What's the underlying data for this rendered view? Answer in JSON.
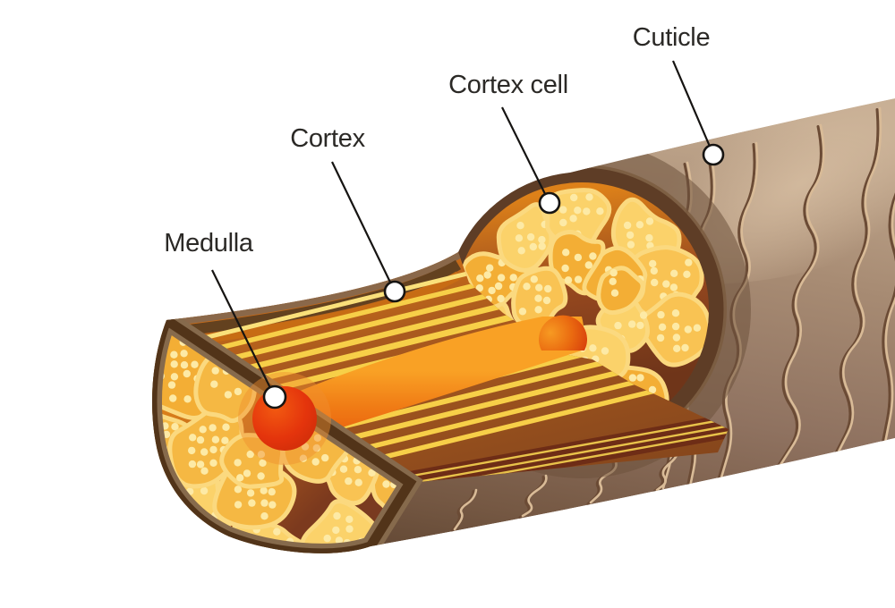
{
  "diagram": {
    "labels": [
      {
        "id": "medulla",
        "text": "Medulla"
      },
      {
        "id": "cortex",
        "text": "Cortex"
      },
      {
        "id": "cortex-cell",
        "text": "Cortex cell"
      },
      {
        "id": "cuticle",
        "text": "Cuticle"
      }
    ],
    "palette": {
      "label_text": "#2b2926",
      "leader_line": "#161412",
      "marker_fill": "#ffffff",
      "marker_stroke": "#161412",
      "hair_light": "#bda389",
      "hair_mid": "#97795f",
      "hair_dark": "#5f4531",
      "scale_line": "#d9bb97",
      "scale_shadow": "#6b4b35",
      "ring_dark": "#583a21",
      "ring_light": "#866a4c",
      "cell_fills": [
        "#f5b843",
        "#f9c353",
        "#f3ae35",
        "#fbd26a"
      ],
      "cell_rim": "#fbd97f",
      "cell_dot": "#fdeaa6",
      "matrix_orange": "#dd8119",
      "matrix_maroon": "#7c3c20",
      "stripe_gold": "#f7cf48",
      "stripe_pale": "#fae07a",
      "stripe_bg": "#8c4a1d",
      "cut_band_maroon": "#6e2d16",
      "cut_band_stripe": "#e8c24a",
      "medulla_orange": "#f07b15",
      "medulla_red": "#e1330b"
    }
  }
}
